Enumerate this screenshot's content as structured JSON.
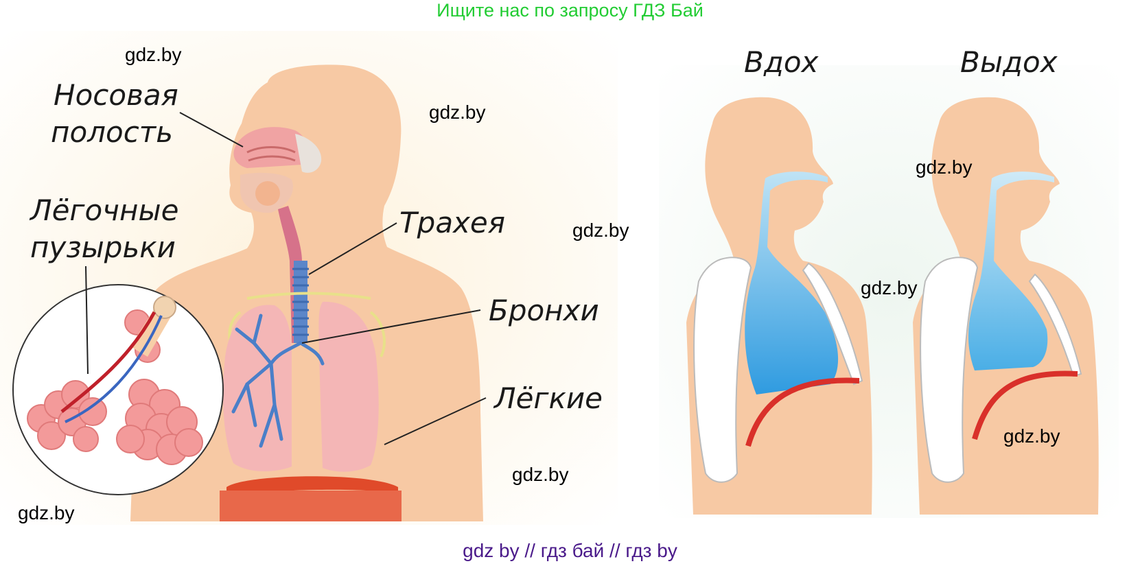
{
  "banner": {
    "top_text": "Ищите нас по запросу ГДЗ Бай",
    "top_color": "#22cc33",
    "bottom_text": "gdz by  //  гдз бай  //  гдз by",
    "bottom_color": "#4a1a8a"
  },
  "respiratory": {
    "labels": {
      "nasal_line1": "Носовая",
      "nasal_line2": "полость",
      "alveoli_line1": "Лёгочные",
      "alveoli_line2": "пузырьки",
      "trachea": "Трахея",
      "bronchi": "Бронхи",
      "lungs": "Лёгкие"
    }
  },
  "breathing": {
    "inhale": "Вдох",
    "exhale": "Выдох"
  },
  "watermarks": [
    "gdz.by",
    "gdz.by",
    "gdz.by",
    "gdz.by",
    "gdz.by",
    "gdz.by",
    "gdz.by",
    "gdz.by"
  ],
  "colors": {
    "skin": "#f7c9a4",
    "lung": "#f4b6b6",
    "airway": "#5b86c9",
    "air": "#4aa8e0",
    "diaphragm": "#e04a2a",
    "spine": "#ffffff"
  }
}
